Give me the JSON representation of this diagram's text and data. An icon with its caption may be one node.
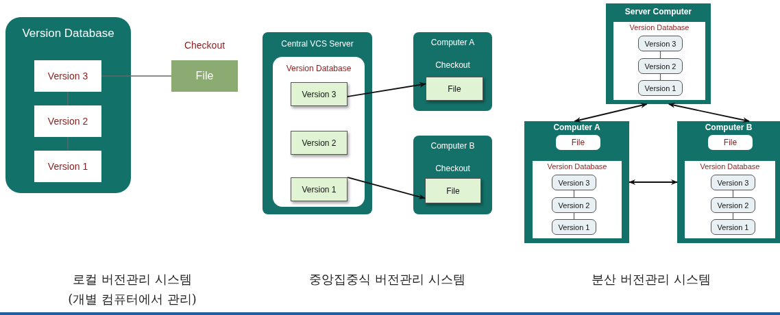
{
  "diagram": {
    "nodes": [
      {
        "text": [
          "Version Database"
        ]
      },
      {
        "text": [
          "Version 3"
        ],
        "in": 0
      },
      {
        "text": [
          "Version 2"
        ],
        "in": 0
      },
      {
        "text": [
          "Version 1"
        ],
        "in": 0
      },
      {
        "text": [
          "Checkout",
          "File"
        ]
      },
      {
        "text": [
          "Central VCS Server"
        ]
      },
      {
        "text": [
          "Version Database"
        ],
        "in": 5
      },
      {
        "text": [
          "Version 3"
        ],
        "in": 6
      },
      {
        "text": [
          "Version 2"
        ],
        "in": 6
      },
      {
        "text": [
          "Version 1"
        ],
        "in": 6
      },
      {
        "text": [
          "Computer A",
          "Checkout"
        ]
      },
      {
        "text": [
          "File"
        ],
        "in": 10
      },
      {
        "text": [
          "Computer B",
          "Checkout"
        ]
      },
      {
        "text": [
          "File"
        ],
        "in": 12
      },
      {
        "text": [
          "Server Computer"
        ]
      },
      {
        "text": [
          "Version Database"
        ],
        "in": 14
      },
      {
        "text": [
          "Version 3"
        ],
        "in": 15
      },
      {
        "text": [
          "Version 2"
        ],
        "in": 15
      },
      {
        "text": [
          "Version 1"
        ],
        "in": 15
      },
      {
        "text": [
          "Computer A"
        ]
      },
      {
        "text": [
          "File"
        ],
        "in": 19
      },
      {
        "text": [
          "Version Database"
        ],
        "in": 19
      },
      {
        "text": [
          "Version 3"
        ],
        "in": 21
      },
      {
        "text": [
          "Version 2"
        ],
        "in": 21
      },
      {
        "text": [
          "Version 1"
        ],
        "in": 21
      },
      {
        "text": [
          "Computer B"
        ]
      },
      {
        "text": [
          "File"
        ],
        "in": 25
      },
      {
        "text": [
          "Version Database"
        ],
        "in": 25
      },
      {
        "text": [
          "Version 3"
        ],
        "in": 27
      },
      {
        "text": [
          "Version 2"
        ],
        "in": 27
      },
      {
        "text": [
          "Version 1"
        ],
        "in": 27
      }
    ],
    "edges": [
      {
        "from": 1,
        "to": 2,
        "arrow": "none"
      },
      {
        "from": 2,
        "to": 3,
        "arrow": "none"
      },
      {
        "from": 1,
        "to": 4,
        "arrow": "none"
      },
      {
        "from": 7,
        "to": 11,
        "arrow": "to"
      },
      {
        "from": 9,
        "to": 13,
        "arrow": "to"
      },
      {
        "from": 16,
        "to": 17,
        "arrow": "none"
      },
      {
        "from": 17,
        "to": 18,
        "arrow": "none"
      },
      {
        "from": 22,
        "to": 23,
        "arrow": "none"
      },
      {
        "from": 23,
        "to": 24,
        "arrow": "none"
      },
      {
        "from": 28,
        "to": 29,
        "arrow": "none"
      },
      {
        "from": 29,
        "to": 30,
        "arrow": "none"
      },
      {
        "from": 19,
        "to": 14,
        "arrow": "both"
      },
      {
        "from": 14,
        "to": 25,
        "arrow": "both"
      },
      {
        "from": 19,
        "to": 25,
        "arrow": "both"
      }
    ],
    "labels": [
      "로컬 버전관리 시스템",
      "(개별 컴퓨터에서 관리)",
      "중앙집중식 버전관리 시스템",
      "분산 버전관리 시스템"
    ]
  }
}
